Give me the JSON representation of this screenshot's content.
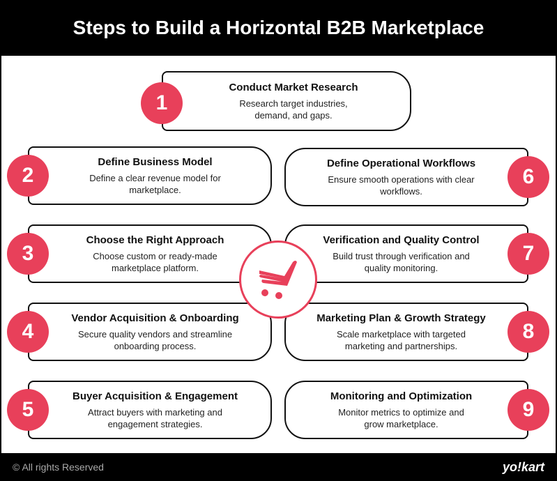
{
  "title": "Steps to Build a Horizontal B2B Marketplace",
  "accent": "#e8405a",
  "steps": [
    {
      "n": "1",
      "title": "Conduct Market Research",
      "desc": "Research target industries, demand, and gaps."
    },
    {
      "n": "2",
      "title": "Define Business Model",
      "desc": "Define a clear revenue model for marketplace."
    },
    {
      "n": "3",
      "title": "Choose the Right Approach",
      "desc": "Choose custom or ready-made marketplace platform."
    },
    {
      "n": "4",
      "title": "Vendor Acquisition & Onboarding",
      "desc": "Secure quality vendors and streamline onboarding process."
    },
    {
      "n": "5",
      "title": "Buyer Acquisition & Engagement",
      "desc": "Attract buyers with marketing and engagement strategies."
    },
    {
      "n": "6",
      "title": "Define Operational Workflows",
      "desc": "Ensure smooth operations with clear workflows."
    },
    {
      "n": "7",
      "title": "Verification and Quality Control",
      "desc": "Build trust through verification and quality monitoring."
    },
    {
      "n": "8",
      "title": "Marketing Plan & Growth Strategy",
      "desc": "Scale marketplace with targeted marketing and partnerships."
    },
    {
      "n": "9",
      "title": "Monitoring and Optimization",
      "desc": "Monitor metrics to optimize and grow marketplace."
    }
  ],
  "footer": {
    "copyright": "All rights Reserved",
    "brand": "yo!kart"
  }
}
